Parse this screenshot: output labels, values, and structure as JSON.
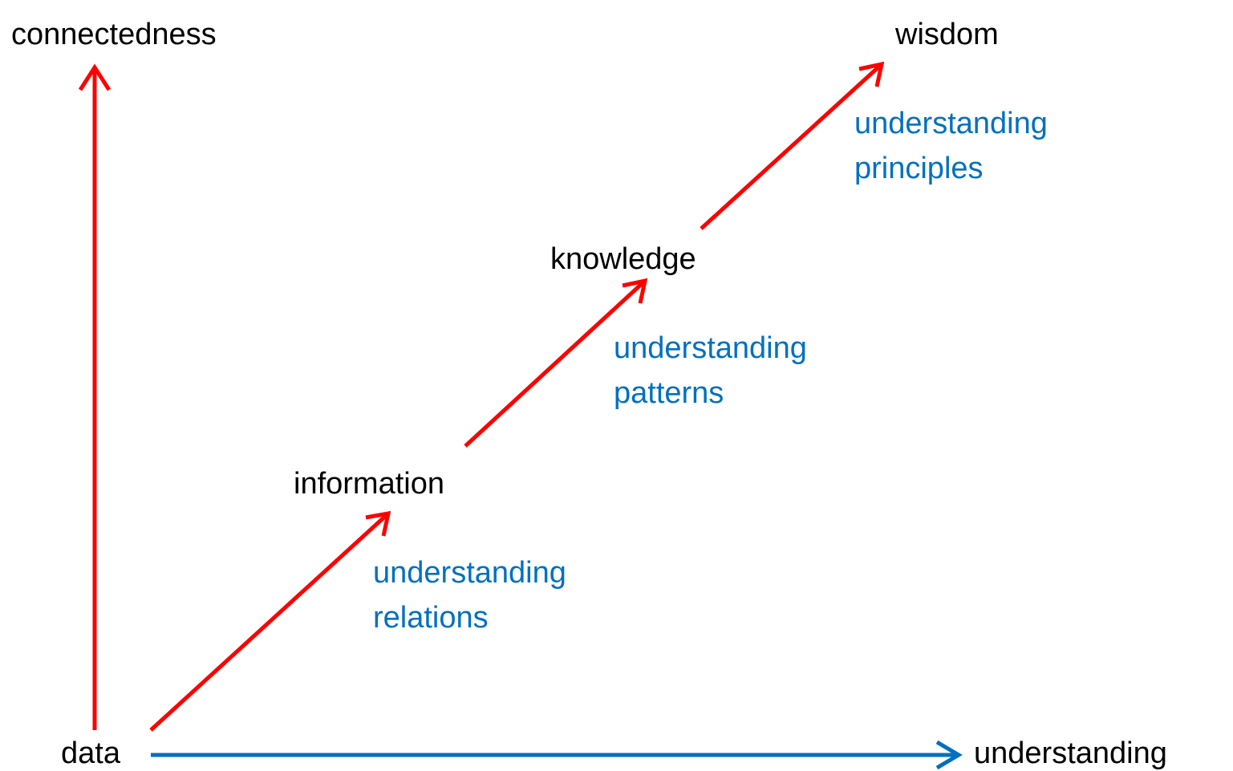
{
  "axes": {
    "y_label": "connectedness",
    "x_label": "understanding"
  },
  "nodes": [
    "data",
    "information",
    "knowledge",
    "wisdom"
  ],
  "transitions": [
    "understanding\nrelations",
    "understanding\npatterns",
    "understanding\nprinciples"
  ],
  "colors": {
    "arrow": "#ff0000",
    "axis_x": "#0070c0",
    "note": "#0070c0"
  }
}
